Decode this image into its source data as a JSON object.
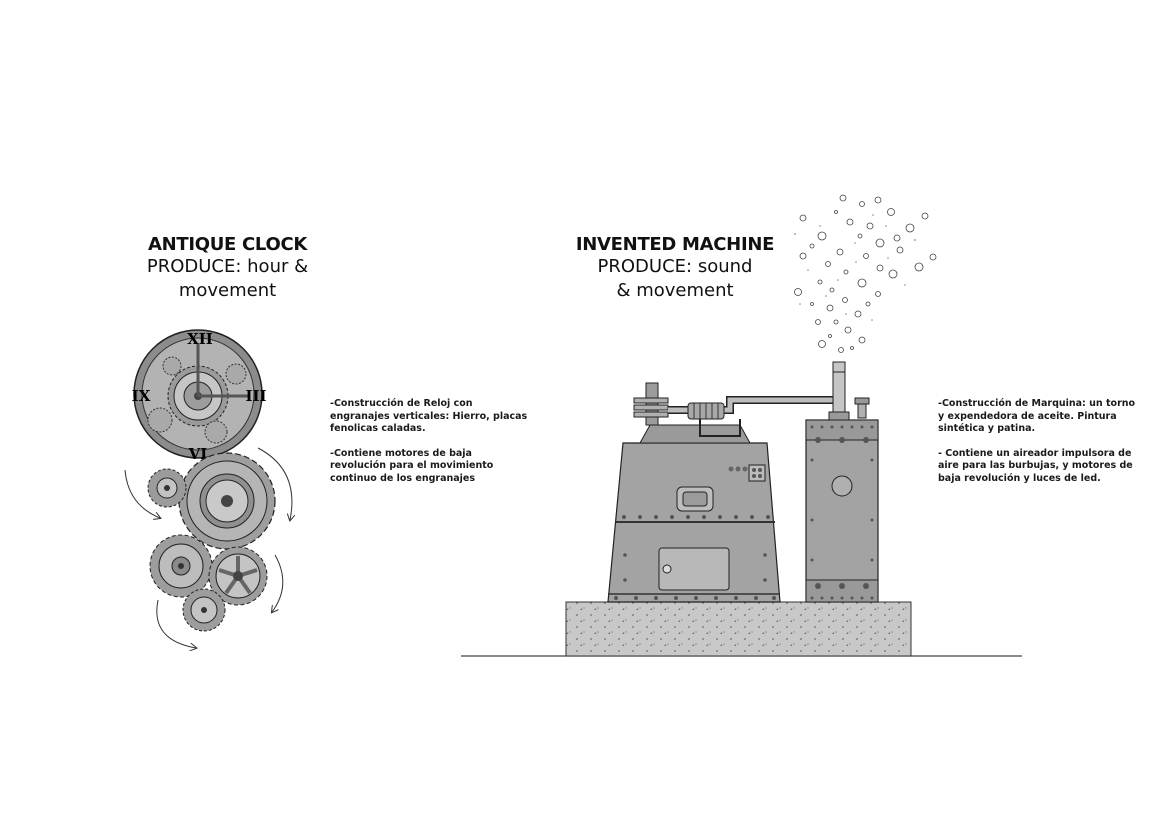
{
  "clock": {
    "title": "ANTIQUE CLOCK",
    "subtitle_line1": "PRODUCE: hour &",
    "subtitle_line2": "movement",
    "numerals": {
      "twelve": "XII",
      "three": "III",
      "six": "VI",
      "nine": "IX"
    },
    "notes": [
      "-Construcción de Reloj con engranajes verticales: Hierro, placas fenolicas caladas.",
      "-Contiene motores de baja revolución para el movimiento continuo de los engranajes"
    ]
  },
  "machine": {
    "title": "INVENTED MACHINE",
    "subtitle_line1": "PRODUCE: sound",
    "subtitle_line2": "& movement",
    "notes": [
      "-Construcción de Marquina: un torno y expendedora de aceite. Pintura sintética y patina.",
      "- Contiene un aireador impulsora de aire para las burbujas, y motores de baja revolución y luces de led."
    ]
  },
  "colors": {
    "metal": "#a3a3a3",
    "metal_dark": "#6e6e6e",
    "outline": "#222222",
    "base": "#c4c4c4"
  }
}
